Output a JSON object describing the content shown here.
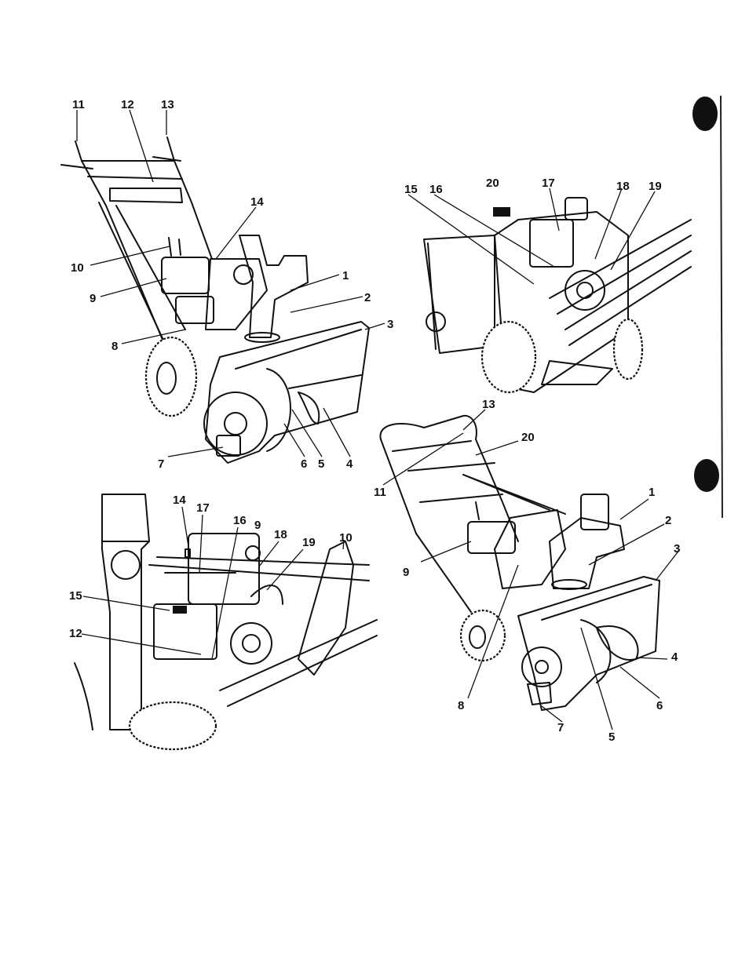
{
  "panels": {
    "top_left": {
      "callouts": [
        "11",
        "12",
        "13",
        "14",
        "1",
        "10",
        "9",
        "2",
        "3",
        "8",
        "7",
        "6",
        "5",
        "4"
      ]
    },
    "top_right": {
      "callouts": [
        "20",
        "16",
        "15",
        "17",
        "18",
        "19"
      ]
    },
    "bottom_left": {
      "callouts": [
        "14",
        "17",
        "16",
        "9",
        "18",
        "19",
        "10",
        "15",
        "12"
      ]
    },
    "bottom_right": {
      "callouts": [
        "13",
        "20",
        "11",
        "1",
        "2",
        "3",
        "9",
        "4",
        "8",
        "6",
        "7",
        "5"
      ]
    }
  },
  "margin_marks": [
    "binder-hole",
    "binder-hole"
  ]
}
